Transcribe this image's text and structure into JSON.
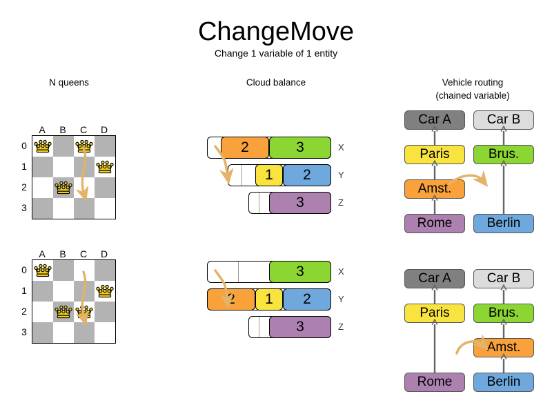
{
  "title": "ChangeMove",
  "subtitle": "Change 1 variable of 1 entity",
  "sections": {
    "nqueens": {
      "heading": "N queens"
    },
    "cloud": {
      "heading": "Cloud balance"
    },
    "vrp": {
      "heading_line1": "Vehicle routing",
      "heading_line2": "(chained variable)"
    }
  },
  "colors": {
    "orange": "#F9A13A",
    "green": "#8CD633",
    "yellow": "#F8E33F",
    "blue": "#6EA8DC",
    "purple": "#AC81B0",
    "dark_gray": "#808080",
    "light_gray": "#DCDCDC",
    "board_dark": "#B3B3B3",
    "board_light": "#FFFFFF",
    "arrow": "#E3B369",
    "queen_gold": "#F2D024",
    "line_gray": "#666666"
  },
  "nqueens": {
    "column_labels": [
      "A",
      "B",
      "C",
      "D"
    ],
    "row_labels": [
      "0",
      "1",
      "2",
      "3"
    ],
    "before": {
      "queens": [
        {
          "col": 0,
          "row": 0
        },
        {
          "col": 2,
          "row": 0
        },
        {
          "col": 3,
          "row": 1
        },
        {
          "col": 1,
          "row": 2
        }
      ],
      "move": {
        "from_col": 2,
        "from_row": 0,
        "to_col": 2,
        "to_row": 2
      }
    },
    "after": {
      "queens": [
        {
          "col": 0,
          "row": 0
        },
        {
          "col": 3,
          "row": 1
        },
        {
          "col": 1,
          "row": 2
        },
        {
          "col": 2,
          "row": 2
        }
      ],
      "move": {
        "from_col": 2,
        "from_row": 0,
        "to_col": 2,
        "to_row": 2
      }
    }
  },
  "cloud_balance": {
    "computers": [
      "X",
      "Y",
      "Z"
    ],
    "before": {
      "rows": [
        {
          "computer": "X",
          "processes": [
            {
              "label": "2",
              "color": "#F9A13A",
              "width": 70
            },
            {
              "label": "3",
              "color": "#8CD633",
              "width": 90
            }
          ]
        },
        {
          "computer": "Y",
          "processes": [
            {
              "label": "1",
              "color": "#F8E33F",
              "width": 40
            },
            {
              "label": "2",
              "color": "#6EA8DC",
              "width": 70
            }
          ]
        },
        {
          "computer": "Z",
          "processes": [
            {
              "label": "3",
              "color": "#AC81B0",
              "width": 90
            }
          ]
        }
      ]
    },
    "after": {
      "rows": [
        {
          "computer": "X",
          "processes": [
            {
              "label": "3",
              "color": "#8CD633",
              "width": 90
            }
          ]
        },
        {
          "computer": "Y",
          "processes": [
            {
              "label": "2",
              "color": "#F9A13A",
              "width": 70
            },
            {
              "label": "1",
              "color": "#F8E33F",
              "width": 40
            },
            {
              "label": "2",
              "color": "#6EA8DC",
              "width": 70
            }
          ]
        },
        {
          "computer": "Z",
          "processes": [
            {
              "label": "3",
              "color": "#AC81B0",
              "width": 90
            }
          ]
        }
      ]
    },
    "moved_process": {
      "label": "2",
      "color": "#F9A13A",
      "from": "X",
      "to": "Y"
    }
  },
  "vehicle_routing": {
    "before": {
      "chain_a": [
        "Car A",
        "Paris",
        "Amst.",
        "Rome"
      ],
      "chain_b": [
        "Car B",
        "Brus.",
        "Berlin"
      ],
      "moved_node": "Amst."
    },
    "after": {
      "chain_a": [
        "Car A",
        "Paris",
        "Rome"
      ],
      "chain_b": [
        "Car B",
        "Brus.",
        "Amst.",
        "Berlin"
      ],
      "moved_node": "Amst."
    },
    "node_colors": {
      "Car A": "#808080",
      "Car B": "#DCDCDC",
      "Paris": "#F8E33F",
      "Brus.": "#8CD633",
      "Amst.": "#F9A13A",
      "Rome": "#AC81B0",
      "Berlin": "#6EA8DC"
    }
  }
}
